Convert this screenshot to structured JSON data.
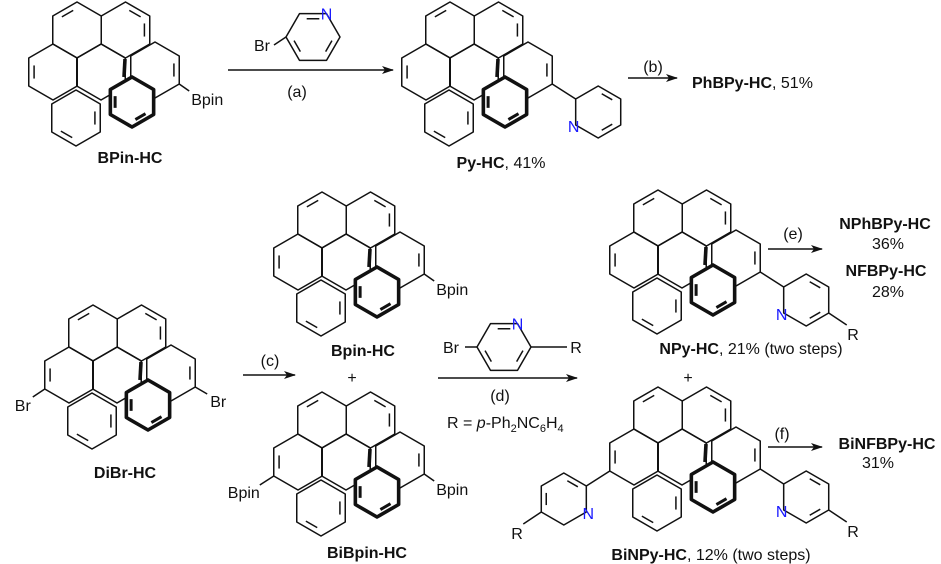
{
  "colors": {
    "nitrogen": "#1a1aff",
    "ink": "#111111"
  },
  "atoms": {
    "br": "Br",
    "n": "N",
    "r": "R",
    "bpin": "Bpin"
  },
  "steps": {
    "a": "(a)",
    "b": "(b)",
    "c": "(c)",
    "d": "(d)",
    "e": "(e)",
    "f": "(f)"
  },
  "plus": "+",
  "r_definition": {
    "prefix": "R = ",
    "italic": "p",
    "parts": [
      "-Ph",
      "2",
      "NC",
      "6",
      "H",
      "4"
    ]
  },
  "compounds": {
    "bpin_hc_top": {
      "name": "BPin-HC"
    },
    "py_hc": {
      "name": "Py-HC",
      "yield": ", 41%"
    },
    "phbpy_hc": {
      "name": "PhBPy-HC",
      "yield": ", 51%"
    },
    "dibr_hc": {
      "name": "DiBr-HC"
    },
    "bpin_hc": {
      "name": "Bpin-HC"
    },
    "bibpin_hc": {
      "name": "BiBpin-HC"
    },
    "npy_hc": {
      "name": "NPy-HC",
      "yield": ", 21% (two steps)"
    },
    "nphbpy_hc": {
      "name": "NPhBPy-HC",
      "yield": "36%"
    },
    "nfbpy_hc": {
      "name": "NFBPy-HC",
      "yield": "28%"
    },
    "binpy_hc": {
      "name": "BiNPy-HC",
      "yield": ", 12% (two steps)"
    },
    "binfbpy_hc": {
      "name": "BiNFBPy-HC",
      "yield": "31%"
    }
  }
}
